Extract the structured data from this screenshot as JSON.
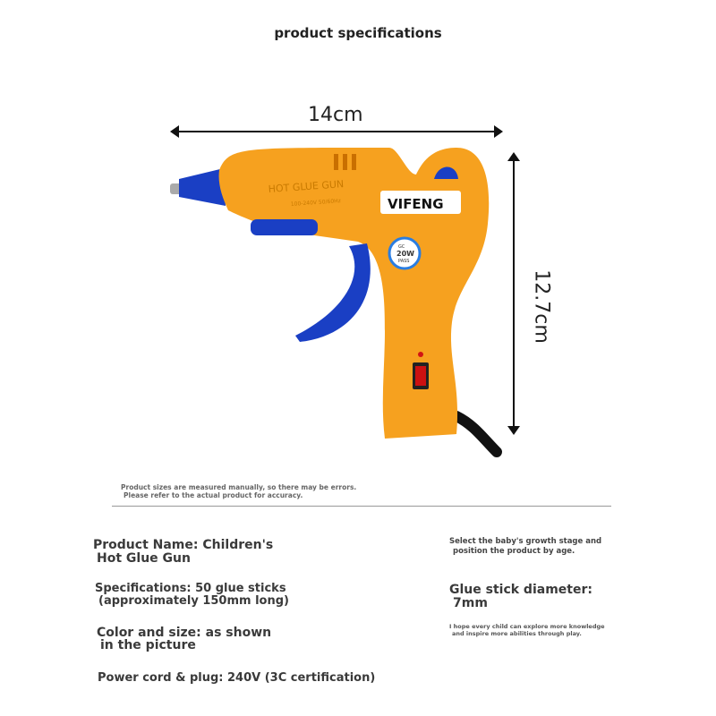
{
  "title": "product specifications",
  "dimensions": {
    "width_label": "14cm",
    "height_label": "12.7cm"
  },
  "product_image": {
    "brand": "VIFENG",
    "body_text": "HOT GLUE GUN",
    "voltage_text": "100-240V 50/60Hz",
    "badge": {
      "top": "GC ",
      "watt": "20W",
      "bottom": "PASS"
    },
    "colors": {
      "body": "#f6a11f",
      "trigger": "#1a3fc4",
      "switch": "#cc1111"
    }
  },
  "note": {
    "line1": "Product sizes are measured manually, so there may be errors.",
    "line2": "Please refer to the actual product for accuracy."
  },
  "specs": {
    "name_line1": "Product Name: Children's",
    "name_line2": "Hot Glue Gun",
    "spec_line1": "Specifications: 50 glue sticks",
    "spec_line2": "(approximately 150mm long)",
    "color_line1": "Color and size: as shown",
    "color_line2": "in the picture",
    "power": "Power cord & plug: 240V (3C certification)"
  },
  "right_info": {
    "age_line1": "Select the baby's growth stage and",
    "age_line2": "position the product by age.",
    "diameter_line1": "Glue stick diameter:",
    "diameter_line2": "7mm",
    "hope_line1": "I hope every child can explore more knowledge",
    "hope_line2": "and inspire more abilities through play."
  }
}
